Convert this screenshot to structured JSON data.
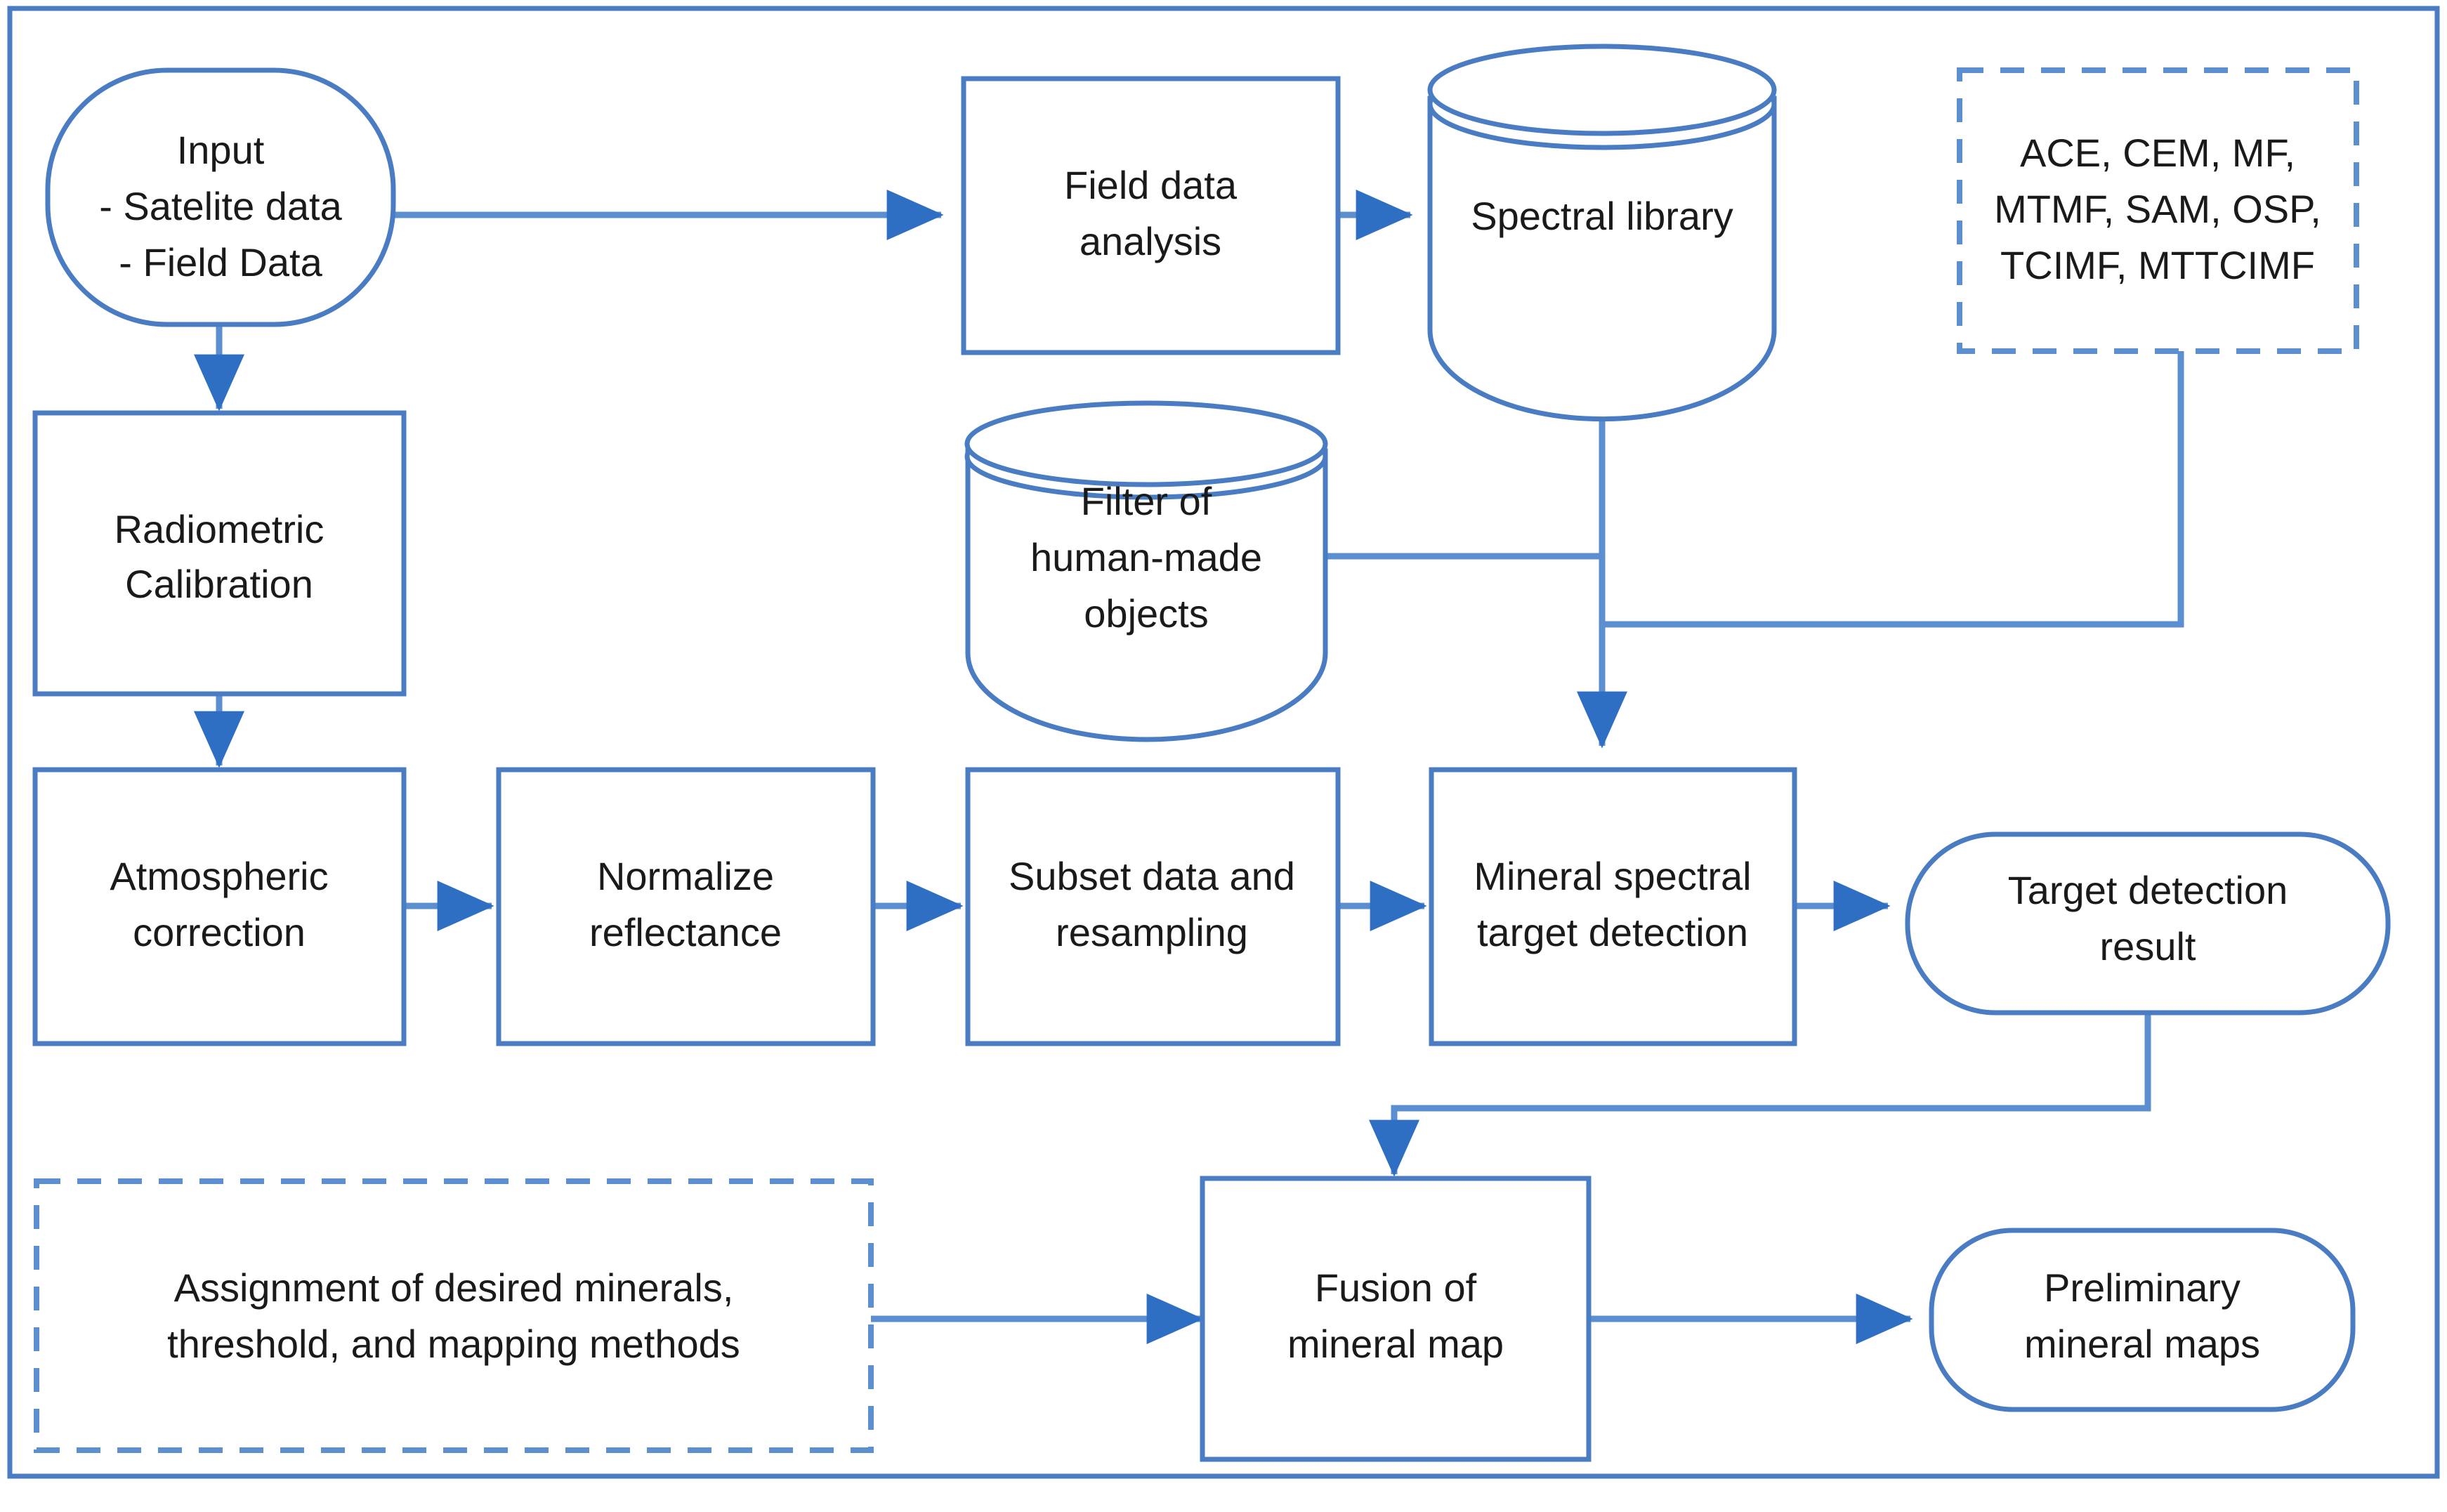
{
  "diagram": {
    "type": "flowchart",
    "title": "Mineral mapping processing workflow",
    "colors": {
      "frame_border": "#4a7cc4",
      "node_border": "#4a7cc4",
      "connector_line": "#5b8fd0",
      "arrow_head": "#2e6fc4",
      "node_fill": "#ffffff",
      "text": "#1a1a1a",
      "dashed_border": "#5b8fd0"
    },
    "nodes": [
      {
        "id": "input",
        "shape": "rounded-rectangle",
        "lines": [
          "Input",
          "- Satelite data",
          "- Field Data"
        ]
      },
      {
        "id": "radiometric-calibration",
        "shape": "rectangle",
        "lines": [
          "Radiometric",
          "Calibration"
        ]
      },
      {
        "id": "atmospheric-correction",
        "shape": "rectangle",
        "lines": [
          "Atmospheric",
          "correction"
        ]
      },
      {
        "id": "normalize-reflectance",
        "shape": "rectangle",
        "lines": [
          "Normalize",
          "reflectance"
        ]
      },
      {
        "id": "subset-data-and-resampling",
        "shape": "rectangle",
        "lines": [
          "Subset data and",
          "resampling"
        ]
      },
      {
        "id": "field-data-analysis",
        "shape": "rectangle",
        "lines": [
          "Field data",
          "analysis"
        ]
      },
      {
        "id": "spectral-library",
        "shape": "cylinder",
        "lines": [
          "Spectral library"
        ]
      },
      {
        "id": "filter-of-human-made-objects",
        "shape": "cylinder",
        "lines": [
          "Filter of",
          "human-made",
          "objects"
        ]
      },
      {
        "id": "algorithm-list",
        "shape": "dashed-rectangle",
        "lines": [
          "ACE, CEM, MF,",
          "MTMF, SAM, OSP,",
          "TCIMF, MTTCIMF"
        ]
      },
      {
        "id": "mineral-spectral-target-detection",
        "shape": "rectangle",
        "lines": [
          "Mineral spectral",
          "target detection"
        ]
      },
      {
        "id": "target-detection-result",
        "shape": "rounded-rectangle",
        "lines": [
          "Target detection",
          "result"
        ]
      },
      {
        "id": "assignment-parameters",
        "shape": "dashed-rectangle",
        "lines": [
          "Assignment of desired minerals,",
          "threshold, and mapping methods"
        ]
      },
      {
        "id": "fusion-of-mineral-map",
        "shape": "rectangle",
        "lines": [
          "Fusion of",
          "mineral map"
        ]
      },
      {
        "id": "preliminary-mineral-maps",
        "shape": "rounded-rectangle",
        "lines": [
          "Preliminary",
          "mineral maps"
        ]
      }
    ],
    "edges": [
      {
        "from": "input",
        "to": "field-data-analysis",
        "arrow": true
      },
      {
        "from": "input",
        "to": "radiometric-calibration",
        "arrow": true
      },
      {
        "from": "field-data-analysis",
        "to": "spectral-library",
        "arrow": true
      },
      {
        "from": "radiometric-calibration",
        "to": "atmospheric-correction",
        "arrow": true
      },
      {
        "from": "atmospheric-correction",
        "to": "normalize-reflectance",
        "arrow": true
      },
      {
        "from": "normalize-reflectance",
        "to": "subset-data-and-resampling",
        "arrow": true
      },
      {
        "from": "subset-data-and-resampling",
        "to": "mineral-spectral-target-detection",
        "arrow": true
      },
      {
        "from": "spectral-library",
        "to": "mineral-spectral-target-detection",
        "arrow": true
      },
      {
        "from": "filter-of-human-made-objects",
        "to": "mineral-spectral-target-detection",
        "arrow": false
      },
      {
        "from": "algorithm-list",
        "to": "mineral-spectral-target-detection",
        "arrow": false
      },
      {
        "from": "mineral-spectral-target-detection",
        "to": "target-detection-result",
        "arrow": true
      },
      {
        "from": "target-detection-result",
        "to": "fusion-of-mineral-map",
        "arrow": true
      },
      {
        "from": "assignment-parameters",
        "to": "fusion-of-mineral-map",
        "arrow": true
      },
      {
        "from": "fusion-of-mineral-map",
        "to": "preliminary-mineral-maps",
        "arrow": true
      }
    ]
  },
  "labels": {
    "input_l1": "Input",
    "input_l2": "- Satelite data",
    "input_l3": "- Field Data",
    "radcal_l1": "Radiometric",
    "radcal_l2": "Calibration",
    "atmos_l1": "Atmospheric",
    "atmos_l2": "correction",
    "norm_l1": "Normalize",
    "norm_l2": "reflectance",
    "subset_l1": "Subset data and",
    "subset_l2": "resampling",
    "fieldanalysis_l1": "Field data",
    "fieldanalysis_l2": "analysis",
    "speclib_l1": "Spectral library",
    "filter_l1": "Filter of",
    "filter_l2": "human-made",
    "filter_l3": "objects",
    "algos_l1": "ACE, CEM, MF,",
    "algos_l2": "MTMF, SAM, OSP,",
    "algos_l3": "TCIMF, MTTCIMF",
    "mineraldetect_l1": "Mineral spectral",
    "mineraldetect_l2": "target detection",
    "targetresult_l1": "Target detection",
    "targetresult_l2": "result",
    "assignment_l1": "Assignment of desired minerals,",
    "assignment_l2": "threshold, and mapping methods",
    "fusion_l1": "Fusion of",
    "fusion_l2": "mineral map",
    "prelim_l1": "Preliminary",
    "prelim_l2": "mineral maps"
  }
}
